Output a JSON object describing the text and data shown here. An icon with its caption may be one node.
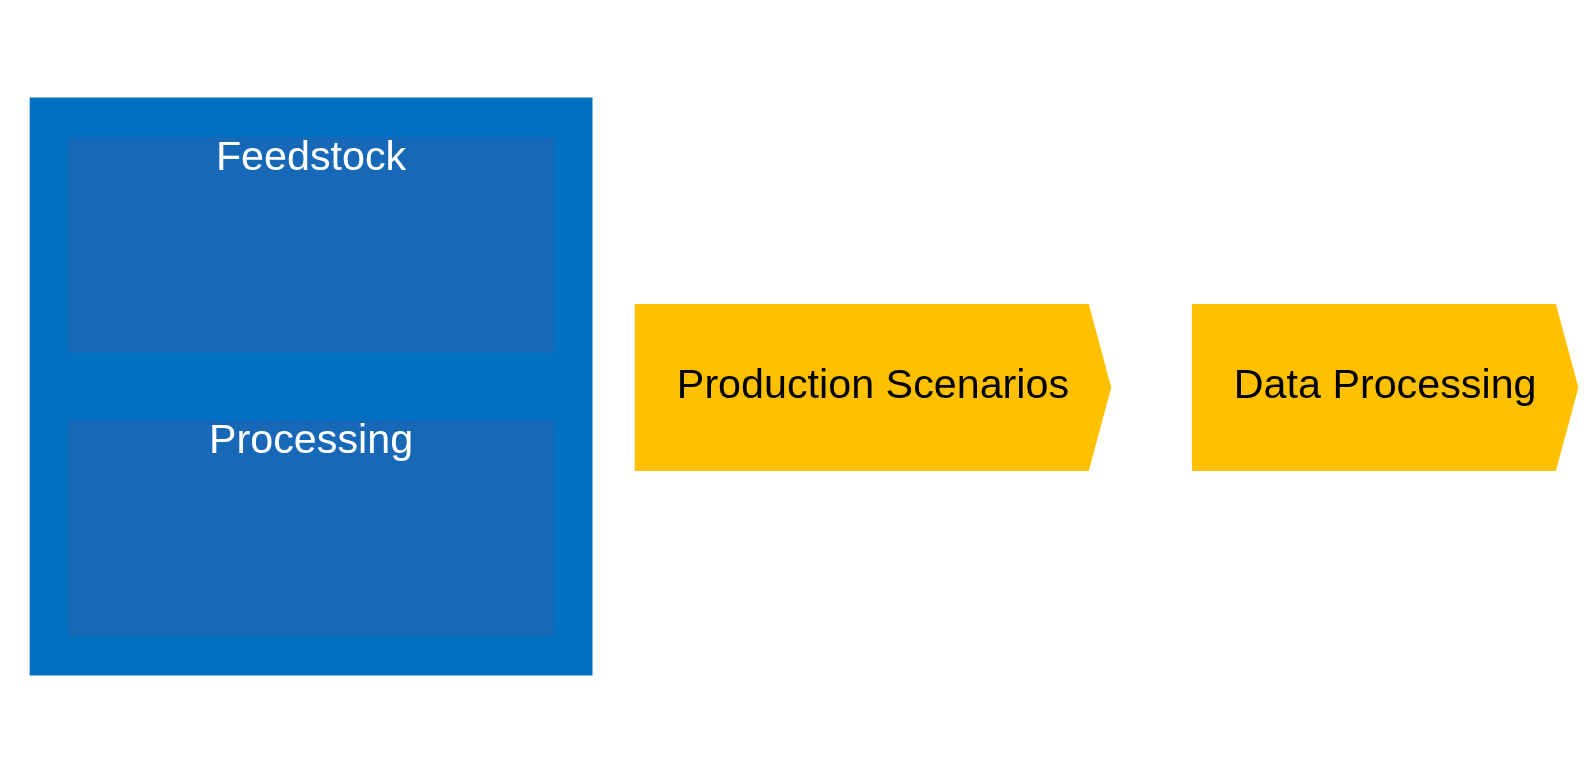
{
  "diagram": {
    "nodes": [
      {
        "text": [],
        "shape": "box"
      },
      {
        "text": [
          "Feedstock"
        ],
        "in": 0
      },
      {
        "text": [
          "Processing"
        ],
        "in": 0
      },
      {
        "text": [
          "Production Scenarios"
        ]
      },
      {
        "text": [
          "Data Processing"
        ]
      }
    ]
  }
}
